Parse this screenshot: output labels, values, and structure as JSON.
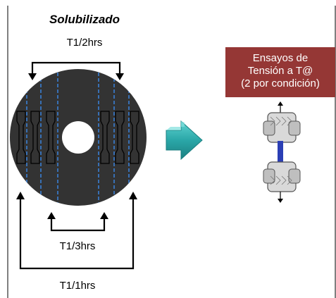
{
  "diagram": {
    "title": "Solubilizado",
    "labels": {
      "top": "T1/2hrs",
      "middle": "T1/3hrs",
      "bottom": "T1/1hrs"
    },
    "test_box": {
      "lines": [
        "Ensayos de",
        "Tensión a T@",
        "(2 por condición)"
      ]
    },
    "colors": {
      "disc": "#333333",
      "cut_lines": "#3a7fd5",
      "arrow": "#2aa7a8",
      "box": "#953735",
      "rod": "#2b3fb5"
    },
    "icons": [
      "process-arrow-icon",
      "tensile-grips-icon"
    ]
  }
}
